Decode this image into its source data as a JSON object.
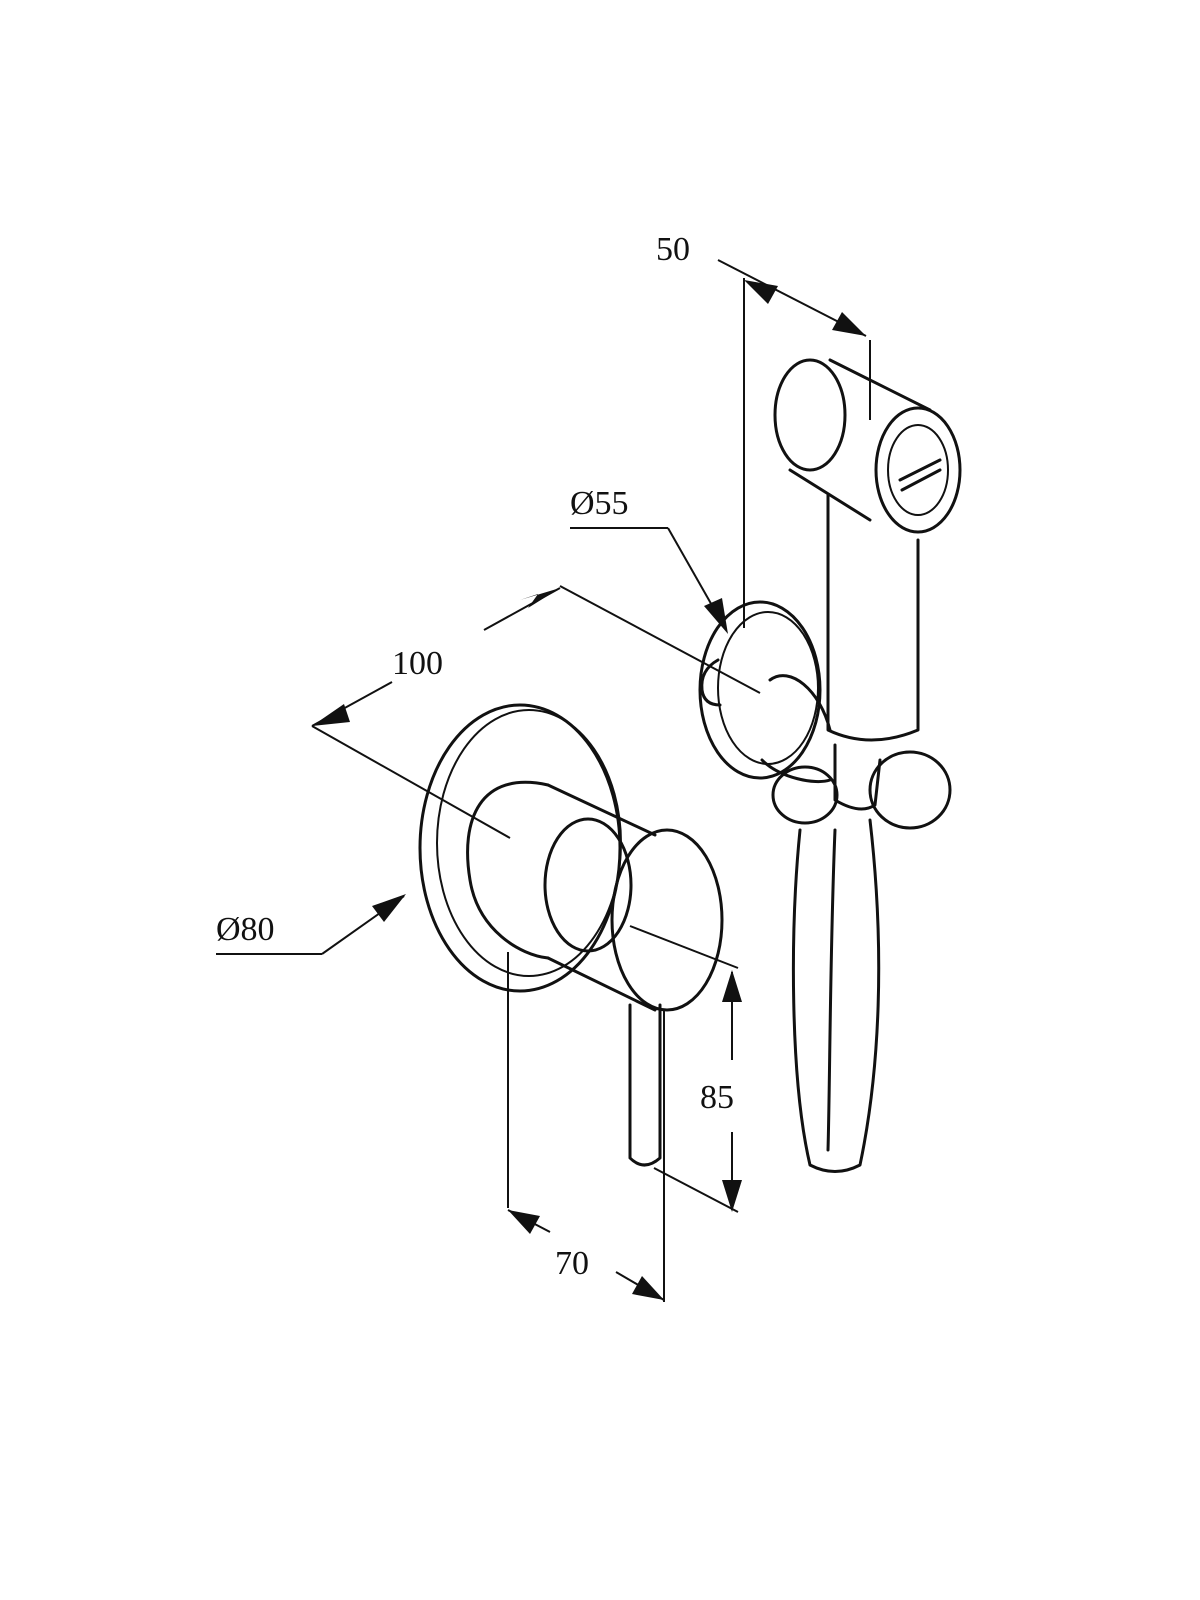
{
  "dimensions": {
    "handset_length": "50",
    "holder_diameter": "Ø55",
    "spacing": "100",
    "plate_diameter": "Ø80",
    "lever_height": "85",
    "projection": "70"
  },
  "colors": {
    "line": "#111111",
    "background": "#ffffff"
  }
}
